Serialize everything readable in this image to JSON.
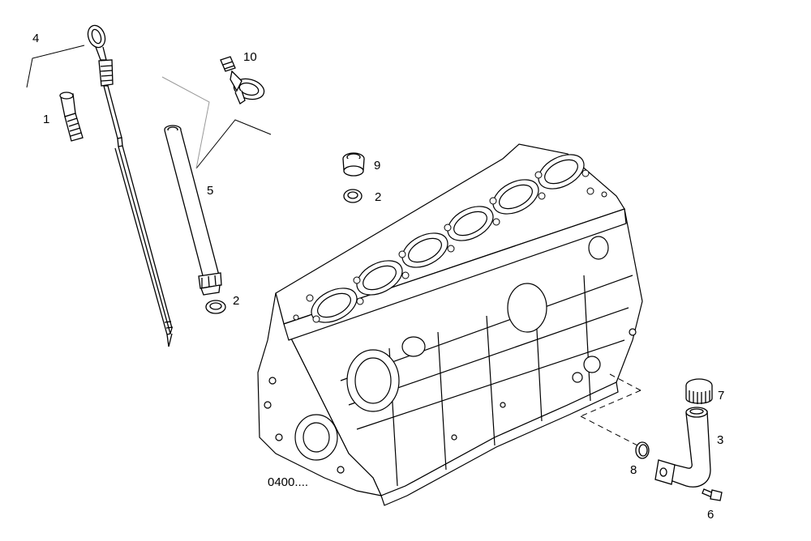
{
  "callouts": {
    "c1": "1",
    "c2a": "2",
    "c2b": "2",
    "c3": "3",
    "c4": "4",
    "c5": "5",
    "c6": "6",
    "c7": "7",
    "c8": "8",
    "c9": "9",
    "c10": "10"
  },
  "reference_code": "0400...."
}
